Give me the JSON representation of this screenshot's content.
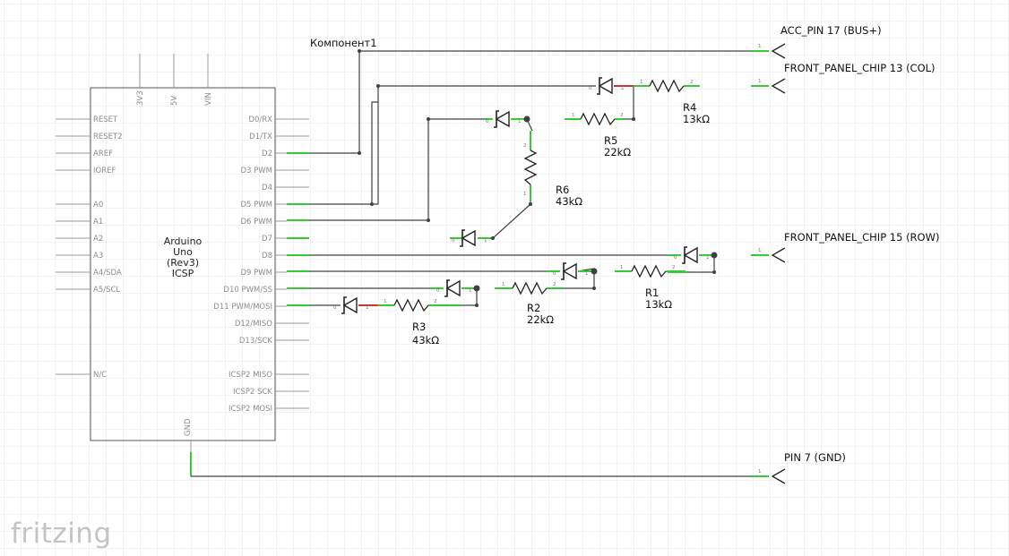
{
  "colors": {
    "wire": "#404040",
    "wire_green": "#33cc33",
    "wire_red": "#cc3333",
    "grid": "#e4e4e4",
    "pin_stub": "#9a9a9a"
  },
  "board": {
    "title_lines": [
      "Arduino",
      "Uno",
      "(Rev3)",
      "ICSP"
    ],
    "top_pins": [
      "3V3",
      "5V",
      "VIN"
    ],
    "left_pins": [
      "RESET",
      "RESET2",
      "AREF",
      "IOREF",
      "",
      "A0",
      "A1",
      "A2",
      "A3",
      "A4/SDA",
      "A5/SCL",
      "",
      "",
      "",
      "",
      "N/C"
    ],
    "right_pins": [
      "D0/RX",
      "D1/TX",
      "D2",
      "D3 PWM",
      "D4",
      "D5 PWM",
      "D6 PWM",
      "D7",
      "D8",
      "D9 PWM",
      "D10 PWM/SS",
      "D11 PWM/MOSI",
      "D12/MISO",
      "D13/SCK",
      "",
      "ICSP2 MISO",
      "ICSP2 SCK",
      "ICSP2 MOSI"
    ],
    "bottom_pin": "GND"
  },
  "component_label": "Компонент1",
  "connectors": [
    {
      "id": "acc",
      "label": "ACC_PIN 17 (BUS+)",
      "pin": "1"
    },
    {
      "id": "col",
      "label": "FRONT_PANEL_CHIP 13 (COL)",
      "pin": "1"
    },
    {
      "id": "row",
      "label": "FRONT_PANEL_CHIP 15 (ROW)",
      "pin": "1"
    },
    {
      "id": "gnd",
      "label": "PIN 7 (GND)",
      "pin": "1"
    }
  ],
  "resistors": [
    {
      "id": "R1",
      "name": "R1",
      "value": "13kΩ",
      "pin_a": "1",
      "pin_b": "2"
    },
    {
      "id": "R2",
      "name": "R2",
      "value": "22kΩ",
      "pin_a": "1",
      "pin_b": "2"
    },
    {
      "id": "R3",
      "name": "R3",
      "value": "43kΩ",
      "pin_a": "1",
      "pin_b": "2"
    },
    {
      "id": "R4",
      "name": "R4",
      "value": "13kΩ",
      "pin_a": "1",
      "pin_b": "2"
    },
    {
      "id": "R5",
      "name": "R5",
      "value": "22kΩ",
      "pin_a": "1",
      "pin_b": "2"
    },
    {
      "id": "R6",
      "name": "R6",
      "value": "43kΩ",
      "pin_a": "1",
      "pin_b": "2"
    }
  ],
  "diode_pins": {
    "anode": "1",
    "cathode": "0"
  },
  "brand": "fritzing"
}
